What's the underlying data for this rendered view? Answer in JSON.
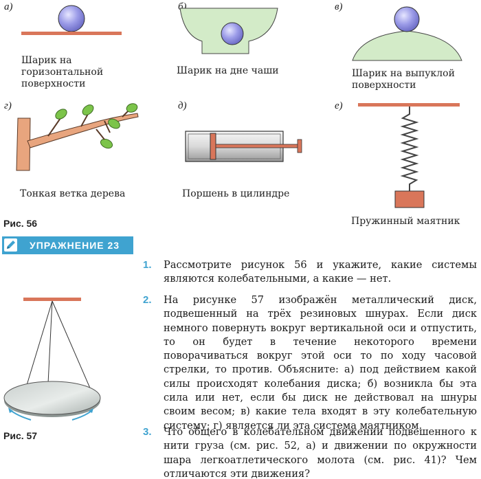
{
  "figure56": {
    "panels": [
      {
        "letter": "а)",
        "caption": [
          "Шарик на",
          "горизонтальной",
          "поверхности"
        ]
      },
      {
        "letter": "б)",
        "caption": [
          "Шарик на дне чаши"
        ]
      },
      {
        "letter": "в)",
        "caption": [
          "Шарик на выпуклой",
          "поверхности"
        ]
      },
      {
        "letter": "г)",
        "caption": [
          "Тонкая ветка дерева"
        ]
      },
      {
        "letter": "д)",
        "caption": [
          "Поршень в цилиндре"
        ]
      },
      {
        "letter": "е)",
        "caption": [
          "Пружинный маятник"
        ]
      }
    ],
    "label": "Рис. 56"
  },
  "exercise": {
    "title": "УПРАЖНЕНИЕ 23",
    "items": [
      {
        "number": "1.",
        "text": "Рассмотрите рисунок 56 и укажите, какие системы являются колебательными, а какие — нет."
      },
      {
        "number": "2.",
        "text": "На рисунке 57 изображён металлический диск, подвешенный на трёх резиновых шнурах. Если диск немного повернуть вокруг вертикальной оси и отпустить, то он будет в течение некоторого времени поворачиваться вокруг этой оси то по ходу часовой стрелки, то против. Объясните: а) под действием какой силы происходят колебания диска; б) возникла бы эта сила или нет, если бы диск не действовал на шнуры своим весом; в) какие тела входят в эту колебательную систему; г) является ли эта система маятником."
      },
      {
        "number": "3.",
        "text": "Что общего в колебательном движении подвешенного к нити груза (см. рис. 52, а) и движении по окружности шара легкоатлетического молота (см. рис. 41)? Чем отличаются эти движения?"
      }
    ]
  },
  "figure57": {
    "label": "Рис. 57"
  },
  "colors": {
    "accent": "#3fa3d0",
    "surface": "#d9765a",
    "ball": "#8f8fe0",
    "leaf": "#7cc44a",
    "branch": "#e8a57e",
    "bowl": "#d3ebc8"
  },
  "icons": [
    "pencil-icon"
  ]
}
